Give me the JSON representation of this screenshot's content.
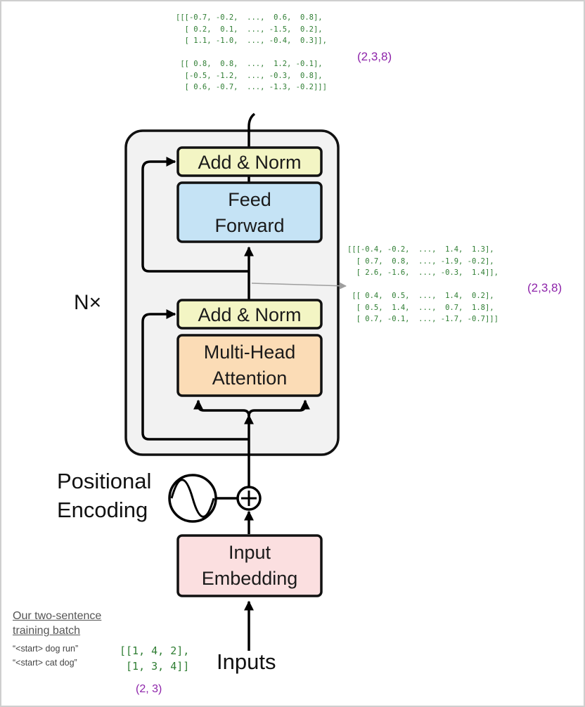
{
  "labels": {
    "nx": "N×",
    "positional_line1": "Positional",
    "positional_line2": "Encoding",
    "inputs": "Inputs"
  },
  "blocks": {
    "add_norm_top": "Add & Norm",
    "feed_forward_line1": "Feed",
    "feed_forward_line2": "Forward",
    "add_norm_bottom": "Add & Norm",
    "attention_line1": "Multi-Head",
    "attention_line2": "Attention",
    "embedding_line1": "Input",
    "embedding_line2": "Embedding"
  },
  "output_tensor": {
    "text": "[[[-0.7, -0.2,  ...,  0.6,  0.8],\n  [ 0.2,  0.1,  ..., -1.5,  0.2],\n  [ 1.1, -1.0,  ..., -0.4,  0.3]],\n\n [[ 0.8,  0.8,  ...,  1.2, -0.1],\n  [-0.5, -1.2,  ..., -0.3,  0.8],\n  [ 0.6, -0.7,  ..., -1.3, -0.2]]]",
    "shape": "(2,3,8)"
  },
  "attention_tensor": {
    "text": "[[[-0.4, -0.2,  ...,  1.4,  1.3],\n  [ 0.7,  0.8,  ..., -1.9, -0.2],\n  [ 2.6, -1.6,  ..., -0.3,  1.4]],\n\n [[ 0.4,  0.5,  ...,  1.4,  0.2],\n  [ 0.5,  1.4,  ...,  0.7,  1.8],\n  [ 0.7, -0.1,  ..., -1.7, -0.7]]]",
    "shape": "(2,3,8)"
  },
  "batch": {
    "title_line1": "Our two-sentence",
    "title_line2": "training batch",
    "sentence1": "“<start> dog run”",
    "sentence2": "“<start> cat dog”",
    "tokens": "[[1, 4, 2],\n [1, 3, 4]]",
    "shape": "(2, 3)"
  },
  "colors": {
    "add_norm": "#f3f5c4",
    "feed_forward": "#c5e3f5",
    "attention": "#fbdcb6",
    "embedding": "#fbdfe0",
    "encoder_panel": "#f2f2f2",
    "tensor_text": "#2e7d32",
    "shape_text": "#8e24aa"
  }
}
